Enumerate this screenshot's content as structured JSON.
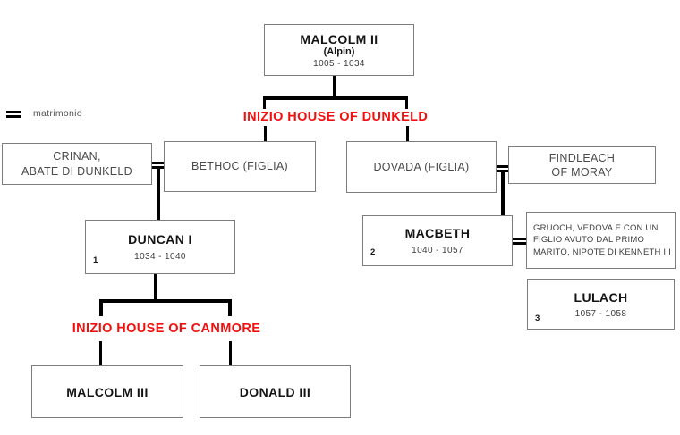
{
  "colors": {
    "accent_red": "#f2100f",
    "box_border": "#7d7d7d",
    "connector": "#000000"
  },
  "legend": {
    "symbol_name": "double-line-marriage-symbol",
    "label": "matrimonio"
  },
  "sections": {
    "dunkeld_label": "INIZIO HOUSE OF DUNKELD",
    "canmore_label": "INIZIO HOUSE OF CANMORE"
  },
  "people": {
    "malcolm2": {
      "name": "MALCOLM II",
      "subtitle": "(Alpin)",
      "dates": "1005 - 1034"
    },
    "crinan": {
      "line1": "CRINAN,",
      "line2": "ABATE DI DUNKELD"
    },
    "bethoc": {
      "name": "BETHOC (FIGLIA)"
    },
    "dovada": {
      "name": "DOVADA (FIGLIA)"
    },
    "findleach": {
      "line1": "FINDLEACH",
      "line2": "OF MORAY"
    },
    "duncan1": {
      "name": "DUNCAN I",
      "number": "1",
      "dates": "1034 - 1040"
    },
    "macbeth": {
      "name": "MACBETH",
      "number": "2",
      "dates": "1040 - 1057"
    },
    "gruoch_note": {
      "lines": [
        "GRUOCH, VEDOVA E CON UN",
        "FIGLIO AVUTO DAL PRIMO",
        "MARITO, NIPOTE DI KENNETH III"
      ]
    },
    "lulach": {
      "name": "LULACH",
      "number": "3",
      "dates": "1057 - 1058"
    },
    "malcolm3": {
      "name": "MALCOLM III"
    },
    "donald3": {
      "name": "DONALD III"
    }
  }
}
